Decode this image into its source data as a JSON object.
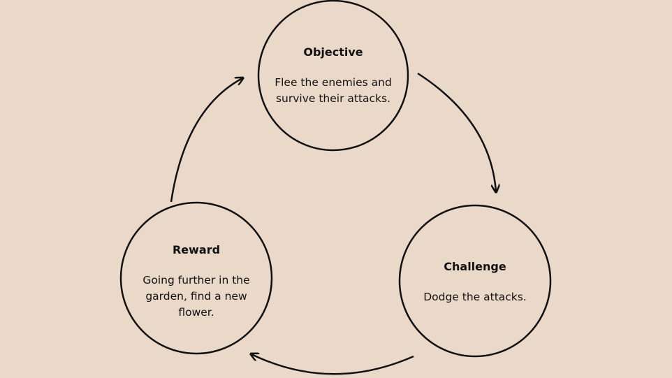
{
  "colors": {
    "background": "#ead9c9",
    "stroke": "#111111",
    "text": "#111111"
  },
  "nodes": {
    "objective": {
      "title": "Objective",
      "description_lines": [
        "Flee the enemies and",
        "survive their attacks."
      ]
    },
    "challenge": {
      "title": "Challenge",
      "description_lines": [
        "Dodge the attacks."
      ]
    },
    "reward": {
      "title": "Reward",
      "description_lines": [
        "Going further in the",
        "garden, find a new",
        "flower."
      ]
    }
  },
  "cycle": [
    "objective",
    "challenge",
    "reward"
  ]
}
